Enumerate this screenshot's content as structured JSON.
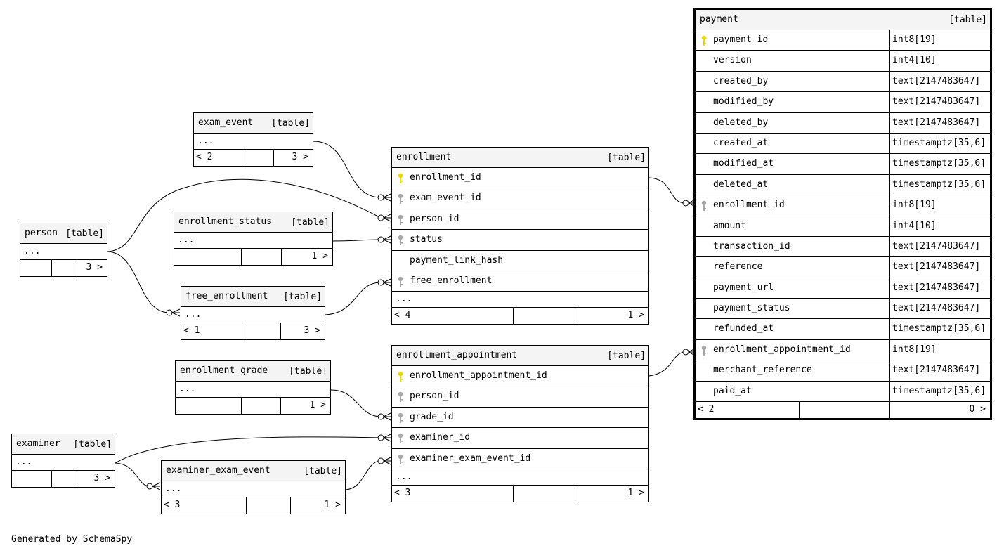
{
  "generated_by": "Generated by SchemaSpy",
  "tag_label": "[table]",
  "ellipsis": "...",
  "colors": {
    "primary_key": "#e8d800",
    "foreign_key": "#a8a8a8",
    "header_bg": "#f4f4f4"
  },
  "tables": {
    "exam_event": {
      "name": "exam_event",
      "footer_left": "< 2",
      "footer_right": "3 >"
    },
    "person": {
      "name": "person",
      "footer_left": "",
      "footer_right": "3 >"
    },
    "enrollment_status": {
      "name": "enrollment_status",
      "footer_left": "",
      "footer_right": "1 >"
    },
    "free_enrollment": {
      "name": "free_enrollment",
      "footer_left": "< 1",
      "footer_right": "3 >"
    },
    "enrollment_grade": {
      "name": "enrollment_grade",
      "footer_left": "",
      "footer_right": "1 >"
    },
    "examiner": {
      "name": "examiner",
      "footer_left": "",
      "footer_right": "3 >"
    },
    "examiner_exam_event": {
      "name": "examiner_exam_event",
      "footer_left": "< 3",
      "footer_right": "1 >"
    },
    "enrollment": {
      "name": "enrollment",
      "columns": [
        {
          "name": "enrollment_id",
          "key": "pk"
        },
        {
          "name": "exam_event_id",
          "key": "fk"
        },
        {
          "name": "person_id",
          "key": "fk"
        },
        {
          "name": "status",
          "key": "fk"
        },
        {
          "name": "payment_link_hash",
          "key": ""
        },
        {
          "name": "free_enrollment",
          "key": "fk"
        }
      ],
      "footer_left": "< 4",
      "footer_right": "1 >"
    },
    "enrollment_appointment": {
      "name": "enrollment_appointment",
      "columns": [
        {
          "name": "enrollment_appointment_id",
          "key": "pk"
        },
        {
          "name": "person_id",
          "key": "fk"
        },
        {
          "name": "grade_id",
          "key": "fk"
        },
        {
          "name": "examiner_id",
          "key": "fk"
        },
        {
          "name": "examiner_exam_event_id",
          "key": "fk"
        }
      ],
      "footer_left": "< 3",
      "footer_right": "1 >"
    },
    "payment": {
      "name": "payment",
      "columns": [
        {
          "name": "payment_id",
          "type": "int8[19]",
          "key": "pk"
        },
        {
          "name": "version",
          "type": "int4[10]",
          "key": ""
        },
        {
          "name": "created_by",
          "type": "text[2147483647]",
          "key": ""
        },
        {
          "name": "modified_by",
          "type": "text[2147483647]",
          "key": ""
        },
        {
          "name": "deleted_by",
          "type": "text[2147483647]",
          "key": ""
        },
        {
          "name": "created_at",
          "type": "timestamptz[35,6]",
          "key": ""
        },
        {
          "name": "modified_at",
          "type": "timestamptz[35,6]",
          "key": ""
        },
        {
          "name": "deleted_at",
          "type": "timestamptz[35,6]",
          "key": ""
        },
        {
          "name": "enrollment_id",
          "type": "int8[19]",
          "key": "fk"
        },
        {
          "name": "amount",
          "type": "int4[10]",
          "key": ""
        },
        {
          "name": "transaction_id",
          "type": "text[2147483647]",
          "key": ""
        },
        {
          "name": "reference",
          "type": "text[2147483647]",
          "key": ""
        },
        {
          "name": "payment_url",
          "type": "text[2147483647]",
          "key": ""
        },
        {
          "name": "payment_status",
          "type": "text[2147483647]",
          "key": ""
        },
        {
          "name": "refunded_at",
          "type": "timestamptz[35,6]",
          "key": ""
        },
        {
          "name": "enrollment_appointment_id",
          "type": "int8[19]",
          "key": "fk"
        },
        {
          "name": "merchant_reference",
          "type": "text[2147483647]",
          "key": ""
        },
        {
          "name": "paid_at",
          "type": "timestamptz[35,6]",
          "key": ""
        }
      ],
      "footer_left": "< 2",
      "footer_right": "0 >"
    }
  }
}
